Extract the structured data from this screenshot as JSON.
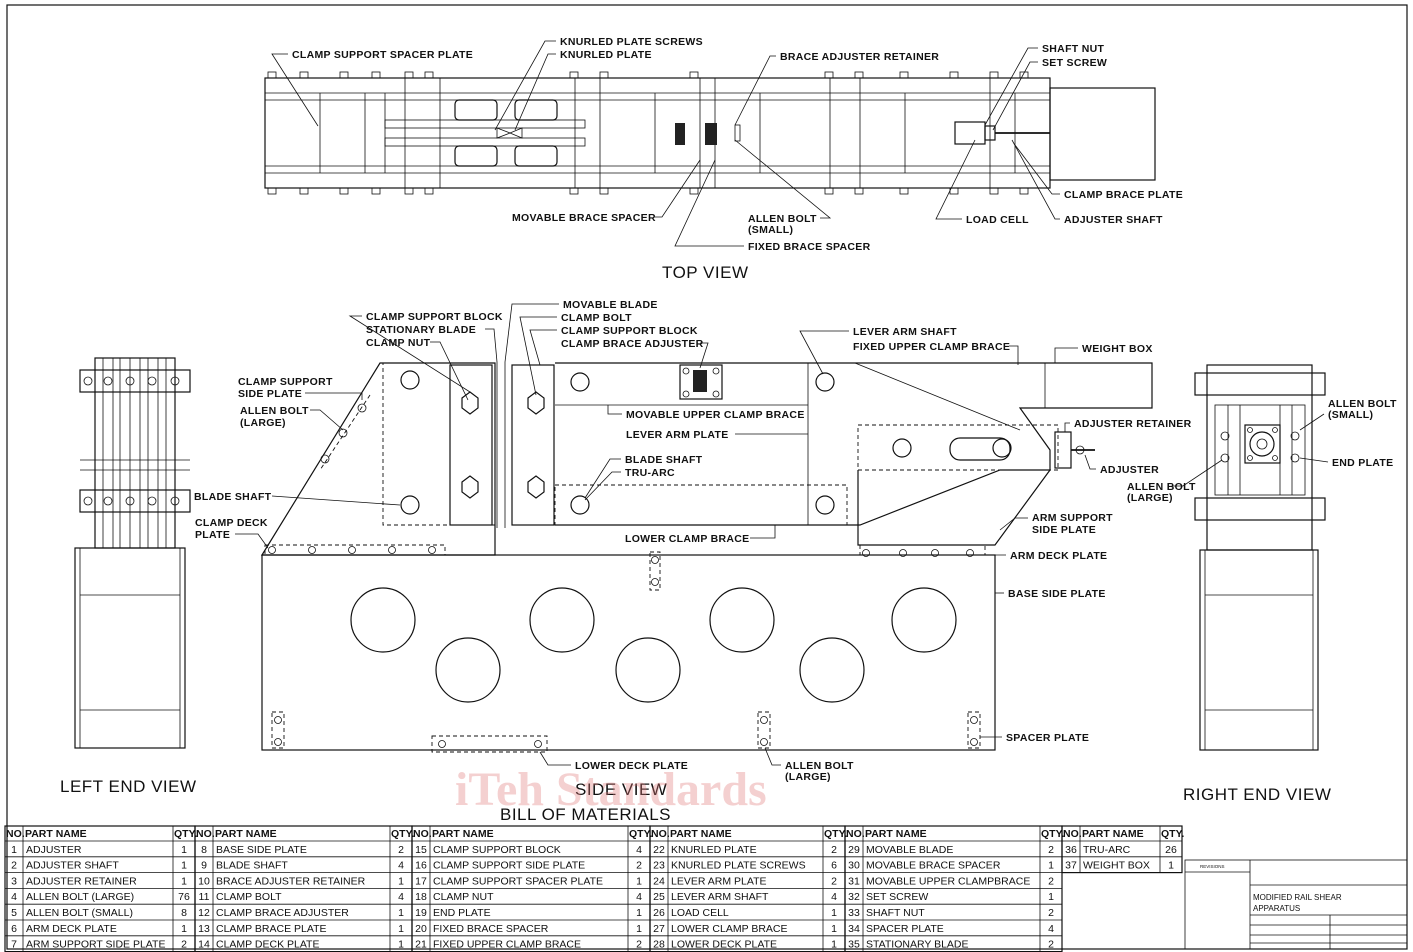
{
  "labels": {
    "top": {
      "clamp_support_spacer_plate": "CLAMP SUPPORT SPACER PLATE",
      "knurled_plate_screws": "KNURLED PLATE SCREWS",
      "knurled_plate": "KNURLED PLATE",
      "brace_adjuster_retainer": "BRACE ADJUSTER RETAINER",
      "shaft_nut": "SHAFT NUT",
      "set_screw": "SET SCREW",
      "clamp_brace_plate": "CLAMP BRACE PLATE",
      "adjuster_shaft": "ADJUSTER SHAFT",
      "load_cell": "LOAD CELL",
      "allen_bolt_small_1": "ALLEN BOLT",
      "allen_bolt_small_2": "(SMALL)",
      "fixed_brace_spacer": "FIXED BRACE SPACER",
      "movable_brace_spacer": "MOVABLE BRACE SPACER"
    },
    "side": {
      "clamp_support_block_1": "CLAMP SUPPORT BLOCK",
      "stationary_blade": "STATIONARY BLADE",
      "clamp_nut": "CLAMP NUT",
      "movable_blade": "MOVABLE BLADE",
      "clamp_bolt": "CLAMP BOLT",
      "clamp_support_block_2": "CLAMP SUPPORT BLOCK",
      "clamp_brace_adjuster": "CLAMP BRACE ADJUSTER",
      "lever_arm_shaft": "LEVER ARM SHAFT",
      "fixed_upper_clamp_brace": "FIXED UPPER CLAMP BRACE",
      "weight_box": "WEIGHT BOX",
      "clamp_support_side_plate_1": "CLAMP SUPPORT",
      "clamp_support_side_plate_2": "SIDE PLATE",
      "allen_bolt_large_1": "ALLEN BOLT",
      "allen_bolt_large_2": "(LARGE)",
      "movable_upper_clamp_brace": "MOVABLE UPPER CLAMP BRACE",
      "lever_arm_plate": "LEVER ARM PLATE",
      "adjuster_retainer": "ADJUSTER RETAINER",
      "blade_shaft": "BLADE SHAFT",
      "tru_arc": "TRU-ARC",
      "adjuster": "ADJUSTER",
      "blade_shaft_left": "BLADE SHAFT",
      "clamp_deck_plate_1": "CLAMP DECK",
      "clamp_deck_plate_2": "PLATE",
      "arm_support_side_plate_1": "ARM SUPPORT",
      "arm_support_side_plate_2": "SIDE PLATE",
      "lower_clamp_brace": "LOWER CLAMP BRACE",
      "arm_deck_plate": "ARM DECK PLATE",
      "base_side_plate": "BASE SIDE PLATE",
      "spacer_plate": "SPACER PLATE",
      "lower_deck_plate": "LOWER DECK PLATE",
      "allen_bolt_large_b1": "ALLEN BOLT",
      "allen_bolt_large_b2": "(LARGE)"
    },
    "right": {
      "allen_bolt_small_1": "ALLEN BOLT",
      "allen_bolt_small_2": "(SMALL)",
      "end_plate": "END PLATE",
      "allen_bolt_large_1": "ALLEN BOLT",
      "allen_bolt_large_2": "(LARGE)"
    }
  },
  "view_titles": {
    "top": "TOP  VIEW",
    "side": "SIDE VIEW",
    "left": "LEFT END VIEW",
    "right": "RIGHT END VIEW",
    "bom": "BILL OF MATERIALS"
  },
  "bom": {
    "headers": {
      "no": "NO.",
      "name": "PART NAME",
      "qty": "QTY."
    },
    "columns": [
      [
        {
          "no": "1",
          "name": "ADJUSTER",
          "qty": "1"
        },
        {
          "no": "2",
          "name": "ADJUSTER SHAFT",
          "qty": "1"
        },
        {
          "no": "3",
          "name": "ADJUSTER RETAINER",
          "qty": "1"
        },
        {
          "no": "4",
          "name": "ALLEN BOLT (LARGE)",
          "qty": "76"
        },
        {
          "no": "5",
          "name": "ALLEN BOLT (SMALL)",
          "qty": "8"
        },
        {
          "no": "6",
          "name": "ARM DECK PLATE",
          "qty": "1"
        },
        {
          "no": "7",
          "name": "ARM SUPPORT SIDE PLATE",
          "qty": "2"
        }
      ],
      [
        {
          "no": "8",
          "name": "BASE SIDE PLATE",
          "qty": "2"
        },
        {
          "no": "9",
          "name": "BLADE SHAFT",
          "qty": "4"
        },
        {
          "no": "10",
          "name": "BRACE ADJUSTER RETAINER",
          "qty": "1"
        },
        {
          "no": "11",
          "name": "CLAMP BOLT",
          "qty": "4"
        },
        {
          "no": "12",
          "name": "CLAMP BRACE ADJUSTER",
          "qty": "1"
        },
        {
          "no": "13",
          "name": "CLAMP BRACE PLATE",
          "qty": "1"
        },
        {
          "no": "14",
          "name": "CLAMP DECK PLATE",
          "qty": "1"
        }
      ],
      [
        {
          "no": "15",
          "name": "CLAMP SUPPORT BLOCK",
          "qty": "4"
        },
        {
          "no": "16",
          "name": "CLAMP SUPPORT SIDE PLATE",
          "qty": "2"
        },
        {
          "no": "17",
          "name": "CLAMP SUPPORT SPACER PLATE",
          "qty": "1"
        },
        {
          "no": "18",
          "name": "CLAMP NUT",
          "qty": "4"
        },
        {
          "no": "19",
          "name": "END PLATE",
          "qty": "1"
        },
        {
          "no": "20",
          "name": "FIXED BRACE SPACER",
          "qty": "1"
        },
        {
          "no": "21",
          "name": "FIXED UPPER CLAMP BRACE",
          "qty": "2"
        }
      ],
      [
        {
          "no": "22",
          "name": "KNURLED PLATE",
          "qty": "2"
        },
        {
          "no": "23",
          "name": "KNURLED PLATE SCREWS",
          "qty": "6"
        },
        {
          "no": "24",
          "name": "LEVER ARM PLATE",
          "qty": "2"
        },
        {
          "no": "25",
          "name": "LEVER ARM SHAFT",
          "qty": "4"
        },
        {
          "no": "26",
          "name": "LOAD CELL",
          "qty": "1"
        },
        {
          "no": "27",
          "name": "LOWER CLAMP BRACE",
          "qty": "1"
        },
        {
          "no": "28",
          "name": "LOWER DECK PLATE",
          "qty": "1"
        }
      ],
      [
        {
          "no": "29",
          "name": "MOVABLE BLADE",
          "qty": "2"
        },
        {
          "no": "30",
          "name": "MOVABLE BRACE SPACER",
          "qty": "1"
        },
        {
          "no": "31",
          "name": "MOVABLE UPPER CLAMPBRACE",
          "qty": "2"
        },
        {
          "no": "32",
          "name": "SET SCREW",
          "qty": "1"
        },
        {
          "no": "33",
          "name": "SHAFT NUT",
          "qty": "2"
        },
        {
          "no": "34",
          "name": "SPACER PLATE",
          "qty": "4"
        },
        {
          "no": "35",
          "name": "STATIONARY BLADE",
          "qty": "2"
        }
      ],
      [
        {
          "no": "36",
          "name": "TRU-ARC",
          "qty": "26"
        },
        {
          "no": "37",
          "name": "WEIGHT BOX",
          "qty": "1"
        }
      ]
    ]
  },
  "title_block": {
    "title_1": "MODIFIED RAIL SHEAR",
    "title_2": "APPARATUS",
    "revisions": "REVISIONS"
  },
  "watermark": "iTeh Standards"
}
